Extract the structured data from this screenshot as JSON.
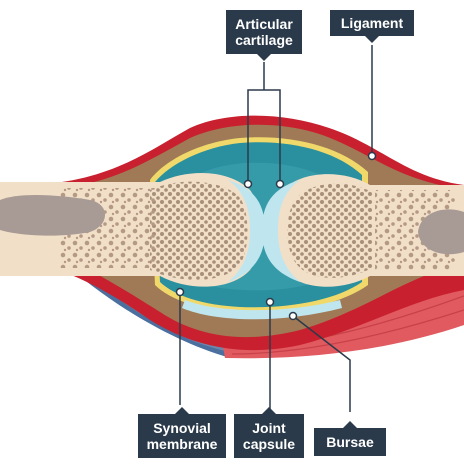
{
  "labels": {
    "articular_cartilage": "Articular\ncartilage",
    "ligament": "Ligament",
    "synovial_membrane": "Synovial\nmembrane",
    "joint_capsule": "Joint\ncapsule",
    "bursae": "Bursae"
  },
  "colors": {
    "label_bg": "#2b3a4a",
    "bone": "#f2dfc8",
    "bone_pores": "#b49a86",
    "marrow": "#a89a94",
    "synovial_fluid": "#2a8f9e",
    "capsule": "#a07a56",
    "ligament": "#c8202e",
    "muscle": "#e0575c",
    "synovial_membrane": "#f0d96a",
    "cartilage": "#bfe6ef",
    "leader": "#2b3a4a"
  }
}
